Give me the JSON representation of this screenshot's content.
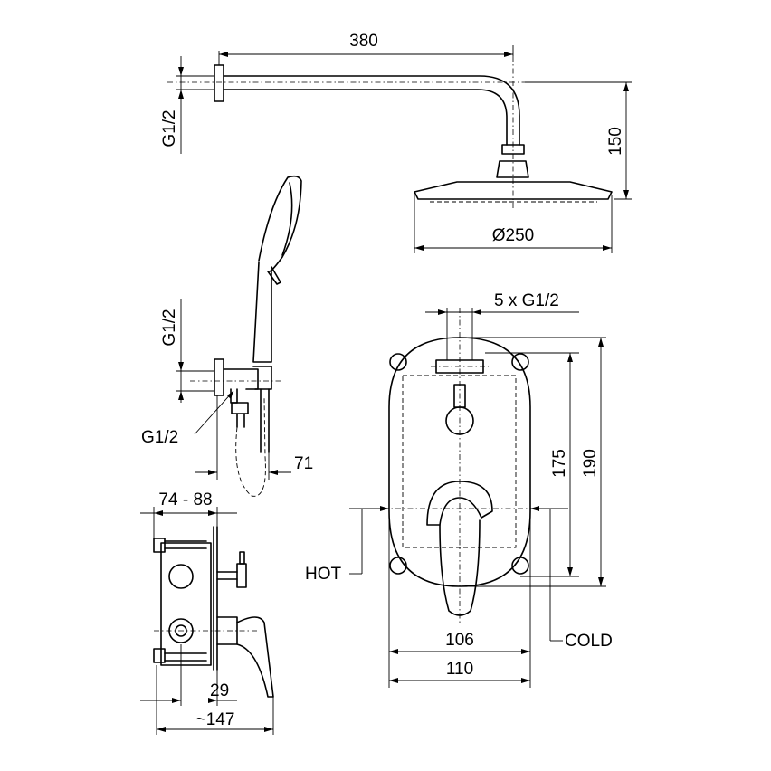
{
  "labels": {
    "arm_length": "380",
    "arm_height": "150",
    "head_diameter": "Ø250",
    "arm_thread": "G1/2",
    "hand_thread_top": "G1/2",
    "hand_thread_side": "G1/2",
    "hand_depth": "71",
    "valve_depth_range": "74 - 88",
    "valve_offset": "29",
    "valve_total": "~147",
    "outlets": "5 x G1/2",
    "height_175": "175",
    "height_190": "190",
    "hot": "HOT",
    "cold": "COLD",
    "width_106": "106",
    "width_110": "110"
  }
}
